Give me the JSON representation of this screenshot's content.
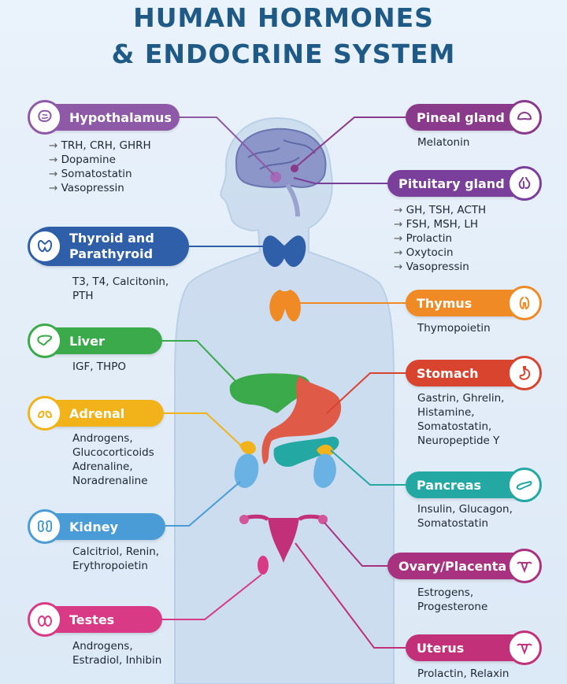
{
  "title": {
    "line1": "HUMAN HORMONES",
    "line2": "& ENDOCRINE SYSTEM"
  },
  "colors": {
    "title": "#1f5a86",
    "hypothalamus": "#8e5aa8",
    "pineal": "#8a3a8a",
    "pituitary": "#7a3e9b",
    "thyroid": "#2e5fa8",
    "thymus": "#f08a24",
    "liver": "#3aaa4a",
    "stomach": "#d9442f",
    "adrenal": "#f2b31a",
    "pancreas": "#24a8a4",
    "kidney": "#4a9cd6",
    "ovary": "#a8327f",
    "testes": "#d83a86",
    "uterus": "#c2307a"
  },
  "glands": {
    "hypothalamus": {
      "label": "Hypothalamus",
      "icon": "brain-icon",
      "hormones": [
        "TRH, CRH, GHRH",
        "Dopamine",
        "Somatostatin",
        "Vasopressin"
      ]
    },
    "pineal": {
      "label": "Pineal gland",
      "icon": "pineal-icon",
      "hormones": [
        "Melatonin"
      ]
    },
    "pituitary": {
      "label": "Pituitary gland",
      "icon": "pituitary-icon",
      "hormones": [
        "GH, TSH, ACTH",
        "FSH, MSH, LH",
        "Prolactin",
        "Oxytocin",
        "Vasopressin"
      ]
    },
    "thyroid": {
      "label_line1": "Thyroid and",
      "label_line2": "Parathyroid",
      "icon": "thyroid-icon",
      "hormones": [
        "T3, T4, Calcitonin,",
        "PTH"
      ]
    },
    "thymus": {
      "label": "Thymus",
      "icon": "thymus-icon",
      "hormones": [
        "Thymopoietin"
      ]
    },
    "liver": {
      "label": "Liver",
      "icon": "liver-icon",
      "hormones": [
        "IGF, THPO"
      ]
    },
    "stomach": {
      "label": "Stomach",
      "icon": "stomach-icon",
      "hormones": [
        "Gastrin, Ghrelin,",
        "Histamine,",
        "Somatostatin,",
        "Neuropeptide Y"
      ]
    },
    "adrenal": {
      "label": "Adrenal",
      "icon": "adrenal-icon",
      "hormones": [
        "Androgens,",
        "Glucocorticoids",
        "Adrenaline,",
        "Noradrenaline"
      ]
    },
    "pancreas": {
      "label": "Pancreas",
      "icon": "pancreas-icon",
      "hormones": [
        "Insulin, Glucagon,",
        "Somatostatin"
      ]
    },
    "kidney": {
      "label": "Kidney",
      "icon": "kidney-icon",
      "hormones": [
        "Calcitriol, Renin,",
        "Erythropoietin"
      ]
    },
    "ovary": {
      "label": "Ovary/Placenta",
      "icon": "uterus-icon",
      "hormones": [
        "Estrogens,",
        "Progesterone"
      ]
    },
    "testes": {
      "label": "Testes",
      "icon": "testes-icon",
      "hormones": [
        "Androgens,",
        "Estradiol, Inhibin"
      ]
    },
    "uterus": {
      "label": "Uterus",
      "icon": "uterus-icon",
      "hormones": [
        "Prolactin, Relaxin"
      ]
    }
  }
}
